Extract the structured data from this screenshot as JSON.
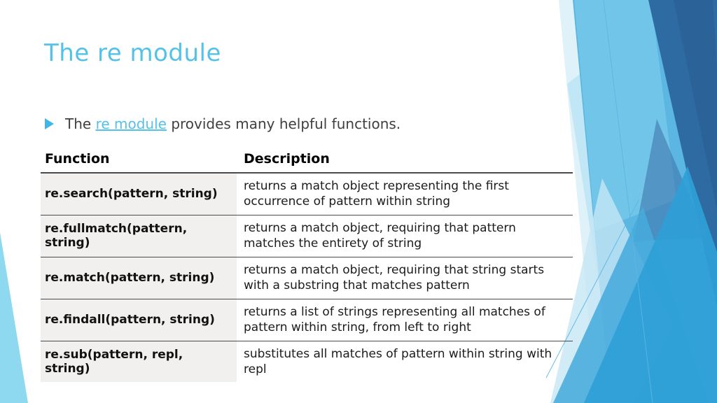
{
  "slide": {
    "title": "The re module",
    "bullet": {
      "prefix": "The ",
      "link_text": "re module",
      "suffix": " provides many helpful functions."
    },
    "table": {
      "headers": {
        "function": "Function",
        "description": "Description"
      },
      "rows": [
        {
          "fn": "re.search(pattern, string)",
          "desc": "returns a match object representing the first occurrence of pattern within string"
        },
        {
          "fn": "re.fullmatch(pattern, string)",
          "desc": "returns a match object, requiring that pattern matches the entirety of string"
        },
        {
          "fn": "re.match(pattern, string)",
          "desc": "returns a match object, requiring that string starts with a substring that matches pattern"
        },
        {
          "fn": "re.findall(pattern, string)",
          "desc": "returns a list of strings representing all matches of pattern within string, from left to right"
        },
        {
          "fn": "re.sub(pattern, repl, string)",
          "desc": "substitutes all matches of pattern within string with repl"
        }
      ]
    },
    "colors": {
      "accent_light_blue": "#54c2e8",
      "bullet_blue": "#41b6e6",
      "body_text": "#404040",
      "table_gray_bg": "#f1f0ee",
      "rule_dark": "#4a4a4a",
      "decor_dark_blue": "#2e6ba3",
      "decor_mid_blue": "#5cb6e2",
      "decor_bright_blue": "#2f9fd6",
      "decor_pale_blue": "#cfeaf7",
      "decor_corner_blue": "#8ed8f0"
    }
  }
}
